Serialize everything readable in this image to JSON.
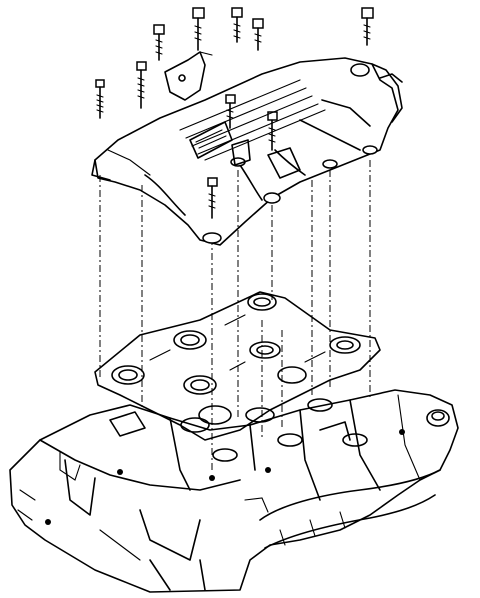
{
  "diagram": {
    "colors": {
      "ink": "#000000",
      "paper": "#ffffff"
    },
    "parts": [
      {
        "id": "bolt",
        "count": 10
      },
      {
        "id": "upper-intake-manifold"
      },
      {
        "id": "intake-gasket"
      },
      {
        "id": "engine-block-lower-manifold"
      }
    ]
  }
}
